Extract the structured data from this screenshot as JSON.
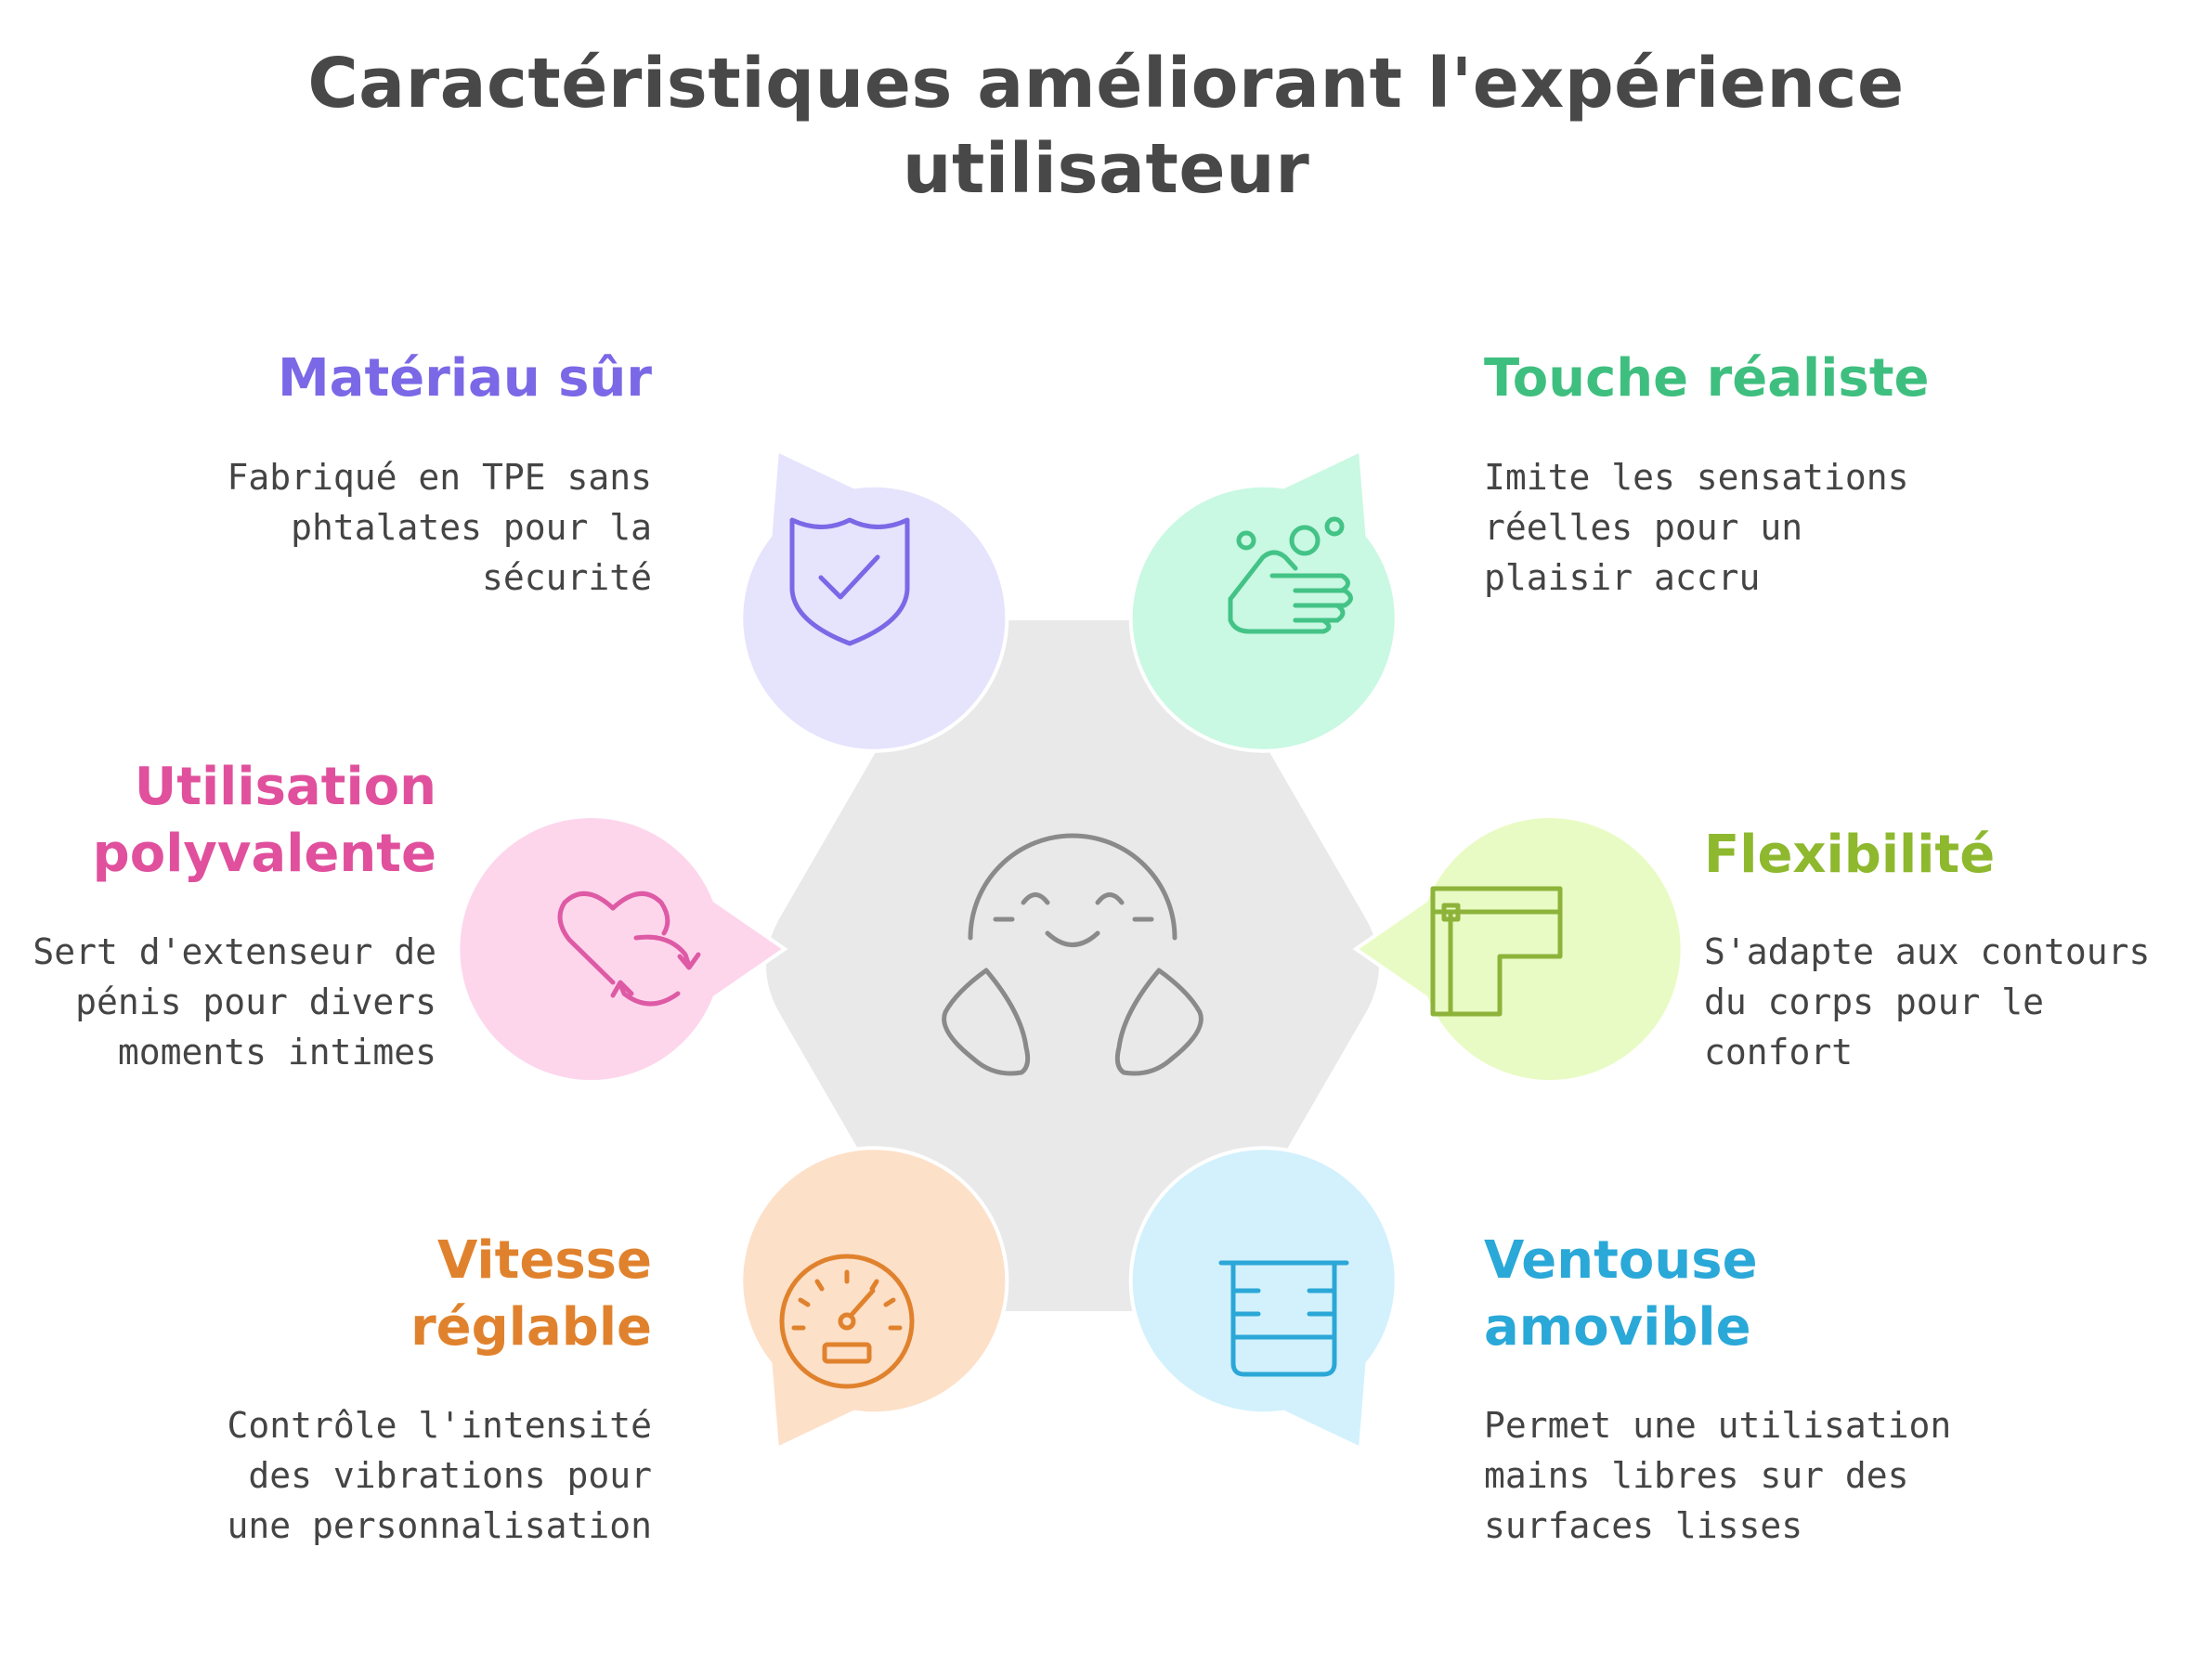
{
  "title": "Caractéristiques améliorant l'expérience utilisateur",
  "center": {
    "icon": "happy-face-icon"
  },
  "features": [
    {
      "title": "Matériau sûr",
      "description": "Fabriqué en TPE sans phtalates pour la sécurité",
      "icon": "shield-check-icon",
      "color": "#7b68e6",
      "fill": "#e6e3fd",
      "stroke": "#7b68e6"
    },
    {
      "title": "Touche réaliste",
      "description": "Imite les sensations réelles pour un plaisir accru",
      "icon": "washing-hands-icon",
      "color": "#3fbf7f",
      "fill": "#c9f8e3",
      "stroke": "#43c386"
    },
    {
      "title": "Utilisation polyvalente",
      "description": "Sert d'extenseur de pénis pour divers moments intimes",
      "icon": "heart-refresh-icon",
      "color": "#e0509d",
      "fill": "#fdd6ec",
      "stroke": "#de5aa5"
    },
    {
      "title": "Flexibilité",
      "description": "S'adapte aux contours du corps pour le confort",
      "icon": "bend-pipe-icon",
      "color": "#8eb82e",
      "fill": "#e9fbc4",
      "stroke": "#8db33a"
    },
    {
      "title": "Vitesse réglable",
      "description": "Contrôle l'intensité des vibrations pour une personnalisation",
      "icon": "speedometer-icon",
      "color": "#e0822d",
      "fill": "#fde0c8",
      "stroke": "#e0822d"
    },
    {
      "title": "Ventouse amovible",
      "description": "Permet une utilisation mains libres sur des surfaces lisses",
      "icon": "suction-cup-icon",
      "color": "#2aa8d8",
      "fill": "#d2f1fc",
      "stroke": "#2ba7d7"
    }
  ]
}
